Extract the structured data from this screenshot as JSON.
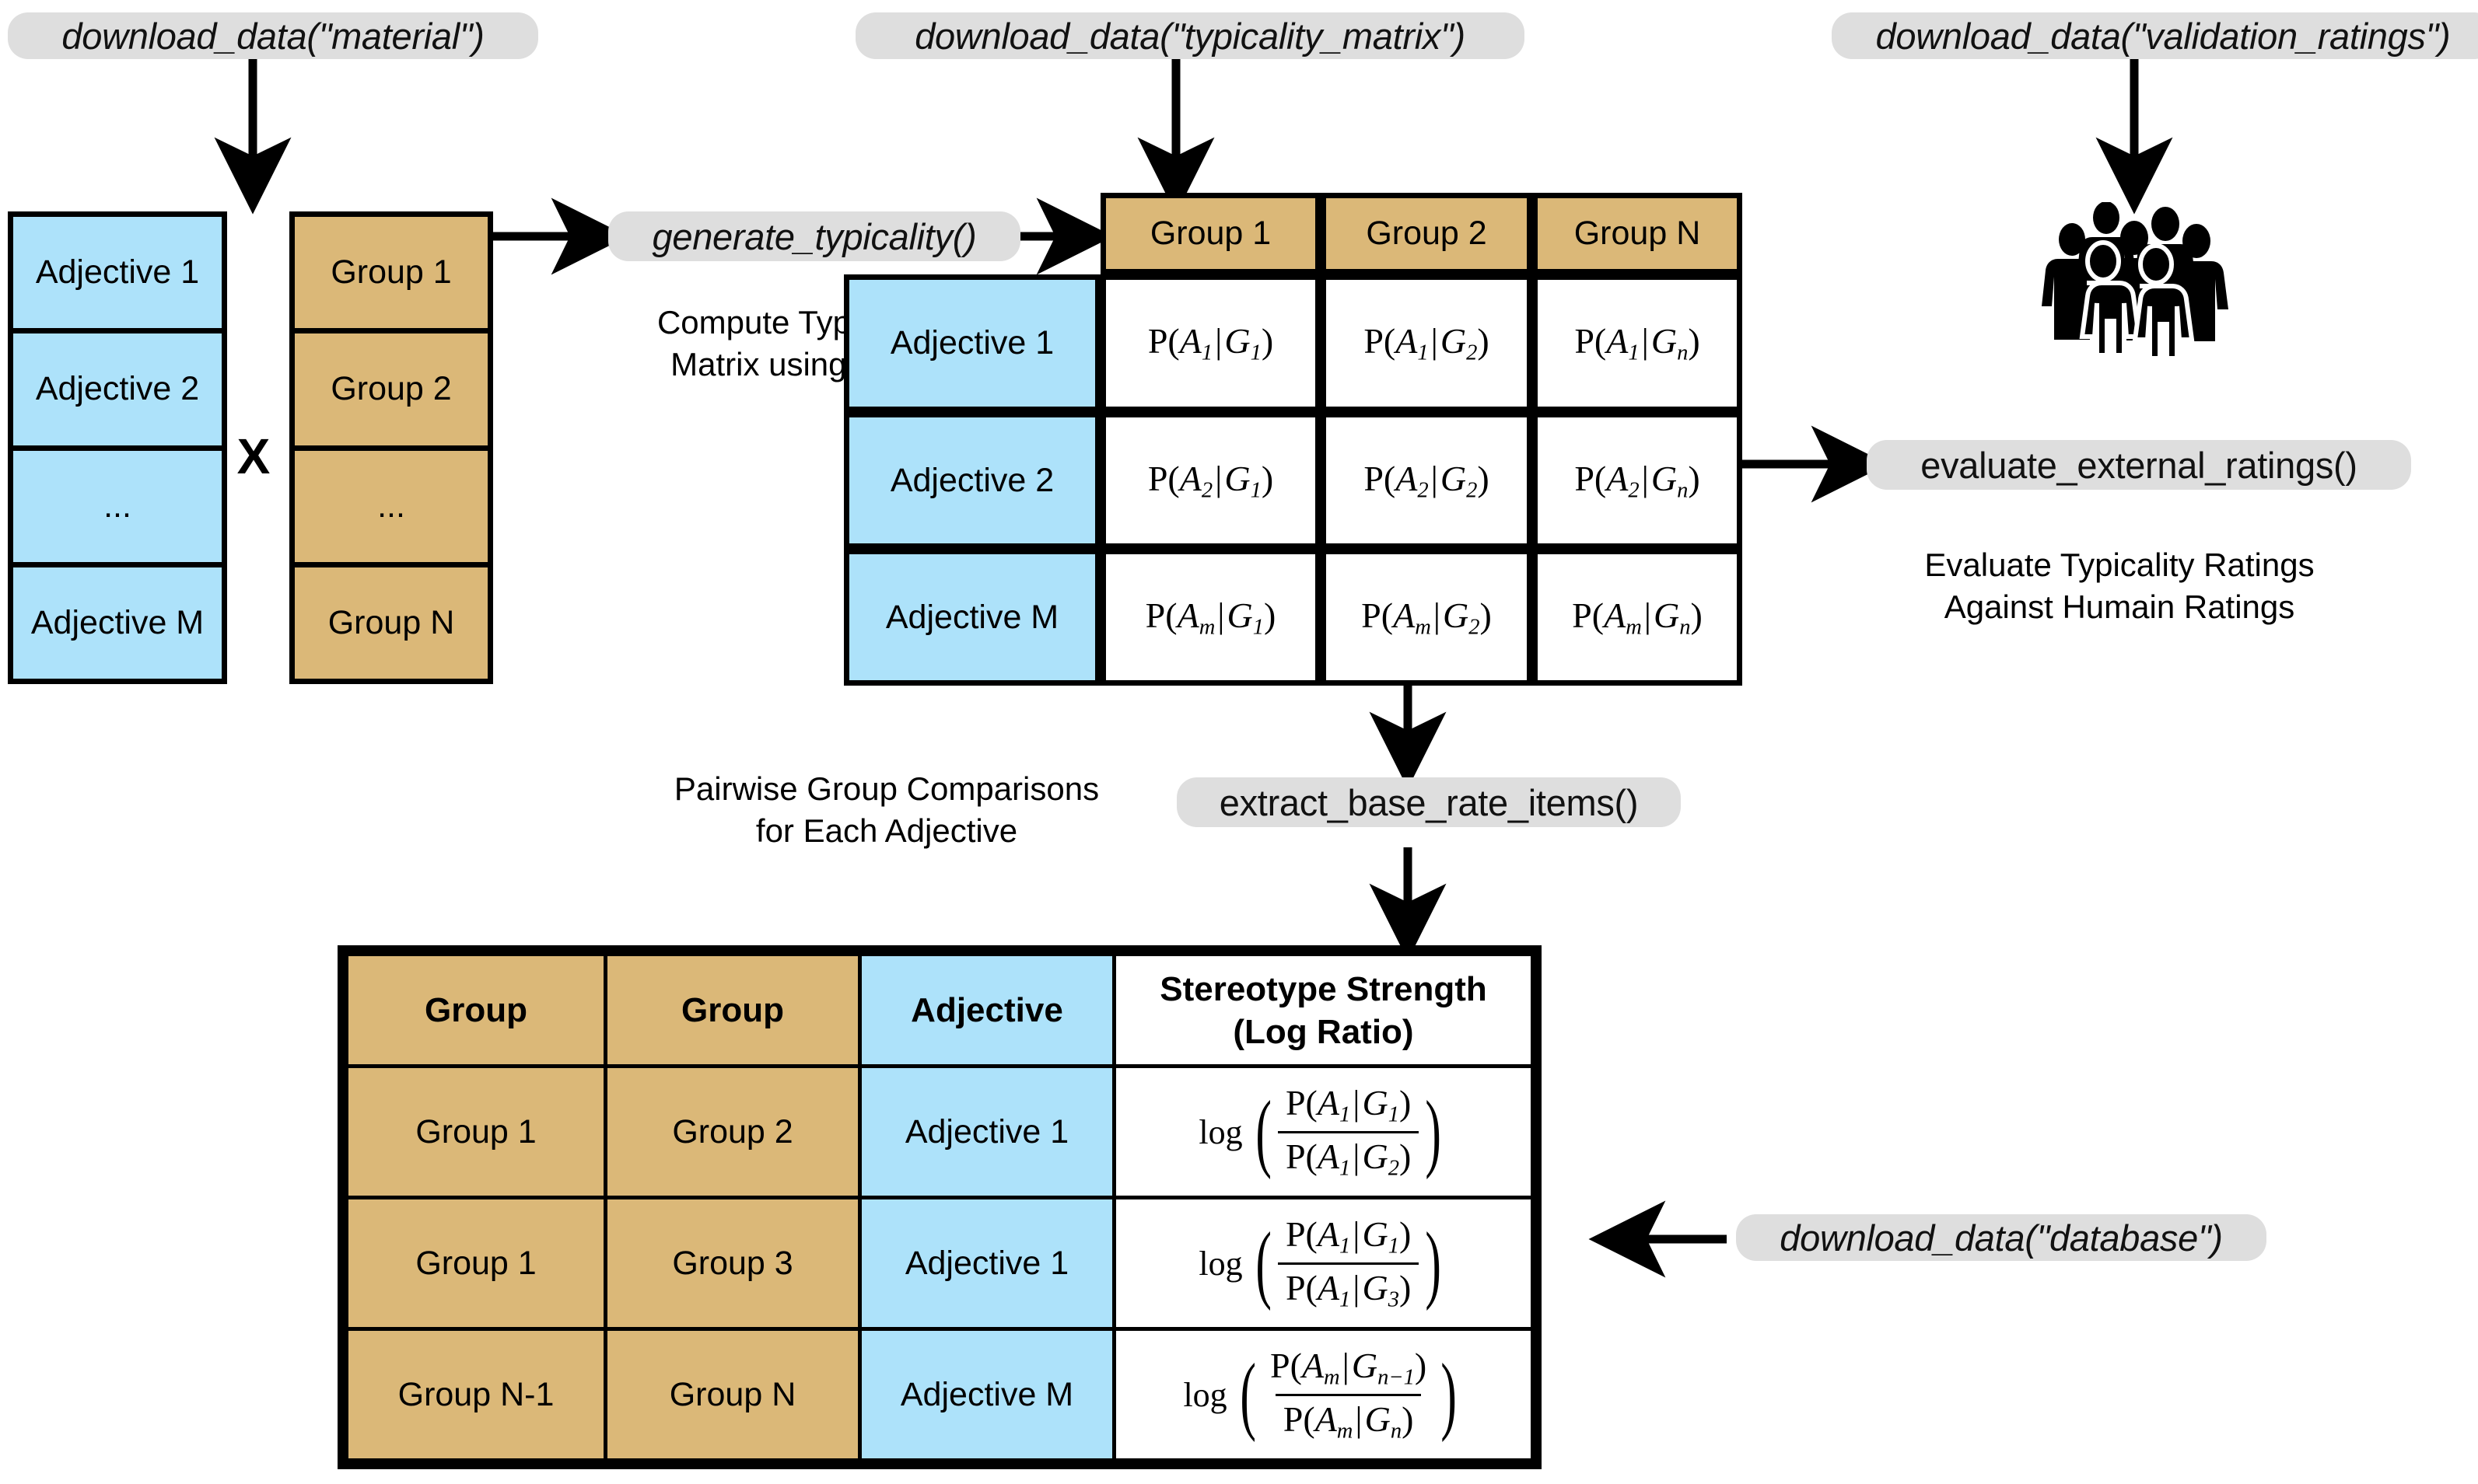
{
  "labels": {
    "download_material": "download_data(\"material\")",
    "download_typicality": "download_data(\"typicality_matrix\")",
    "download_validation": "download_data(\"validation_ratings\")",
    "download_database": "download_data(\"database\")",
    "generate_typicality": "generate_typicality()",
    "evaluate_external_ratings": "evaluate_external_ratings()",
    "extract_base_rate_items": "extract_base_rate_items()"
  },
  "captions": {
    "compute_typicality": "Compute Typicality\nMatrix using LLM",
    "evaluate_against_human": "Evaluate Typicality Ratings\nAgainst Humain Ratings",
    "pairwise": "Pairwise Group Comparisons\nfor Each Adjective"
  },
  "adjective_list": {
    "items": [
      "Adjective 1",
      "Adjective 2",
      "...",
      "Adjective M"
    ]
  },
  "group_list": {
    "items": [
      "Group 1",
      "Group 2",
      "...",
      "Group N"
    ]
  },
  "cross_symbol": "X",
  "matrix": {
    "column_headers": [
      "Group 1",
      "Group 2",
      "Group N"
    ],
    "row_headers": [
      "Adjective 1",
      "Adjective 2",
      "Adjective M"
    ],
    "cells": [
      [
        {
          "p": "P",
          "a": "A",
          "ai": "1",
          "g": "G",
          "gi": "1"
        },
        {
          "p": "P",
          "a": "A",
          "ai": "1",
          "g": "G",
          "gi": "2"
        },
        {
          "p": "P",
          "a": "A",
          "ai": "1",
          "g": "G",
          "gi": "n"
        }
      ],
      [
        {
          "p": "P",
          "a": "A",
          "ai": "2",
          "g": "G",
          "gi": "1"
        },
        {
          "p": "P",
          "a": "A",
          "ai": "2",
          "g": "G",
          "gi": "2"
        },
        {
          "p": "P",
          "a": "A",
          "ai": "2",
          "g": "G",
          "gi": "n"
        }
      ],
      [
        {
          "p": "P",
          "a": "A",
          "ai": "m",
          "g": "G",
          "gi": "1"
        },
        {
          "p": "P",
          "a": "A",
          "ai": "m",
          "g": "G",
          "gi": "2"
        },
        {
          "p": "P",
          "a": "A",
          "ai": "m",
          "g": "G",
          "gi": "n"
        }
      ]
    ]
  },
  "base_rate_table": {
    "headers": [
      "Group",
      "Group",
      "Adjective",
      "Stereotype Strength\n(Log Ratio)"
    ],
    "rows": [
      {
        "group_a": "Group 1",
        "group_b": "Group 2",
        "adjective": "Adjective 1",
        "formula": {
          "num_a": "1",
          "num_g": "1",
          "den_a": "1",
          "den_g": "2"
        }
      },
      {
        "group_a": "Group 1",
        "group_b": "Group 3",
        "adjective": "Adjective 1",
        "formula": {
          "num_a": "1",
          "num_g": "1",
          "den_a": "1",
          "den_g": "3"
        }
      },
      {
        "group_a": "Group N-1",
        "group_b": "Group N",
        "adjective": "Adjective M",
        "formula": {
          "num_a": "m",
          "num_g": "n−1",
          "den_a": "m",
          "den_g": "n"
        }
      }
    ]
  },
  "icons": {
    "crowd": "crowd-of-people-icon"
  },
  "colors": {
    "blue": "#ade2fa",
    "tan": "#dbb878",
    "pill_gray": "#dedede",
    "stroke": "#000000",
    "background": "#ffffff"
  }
}
